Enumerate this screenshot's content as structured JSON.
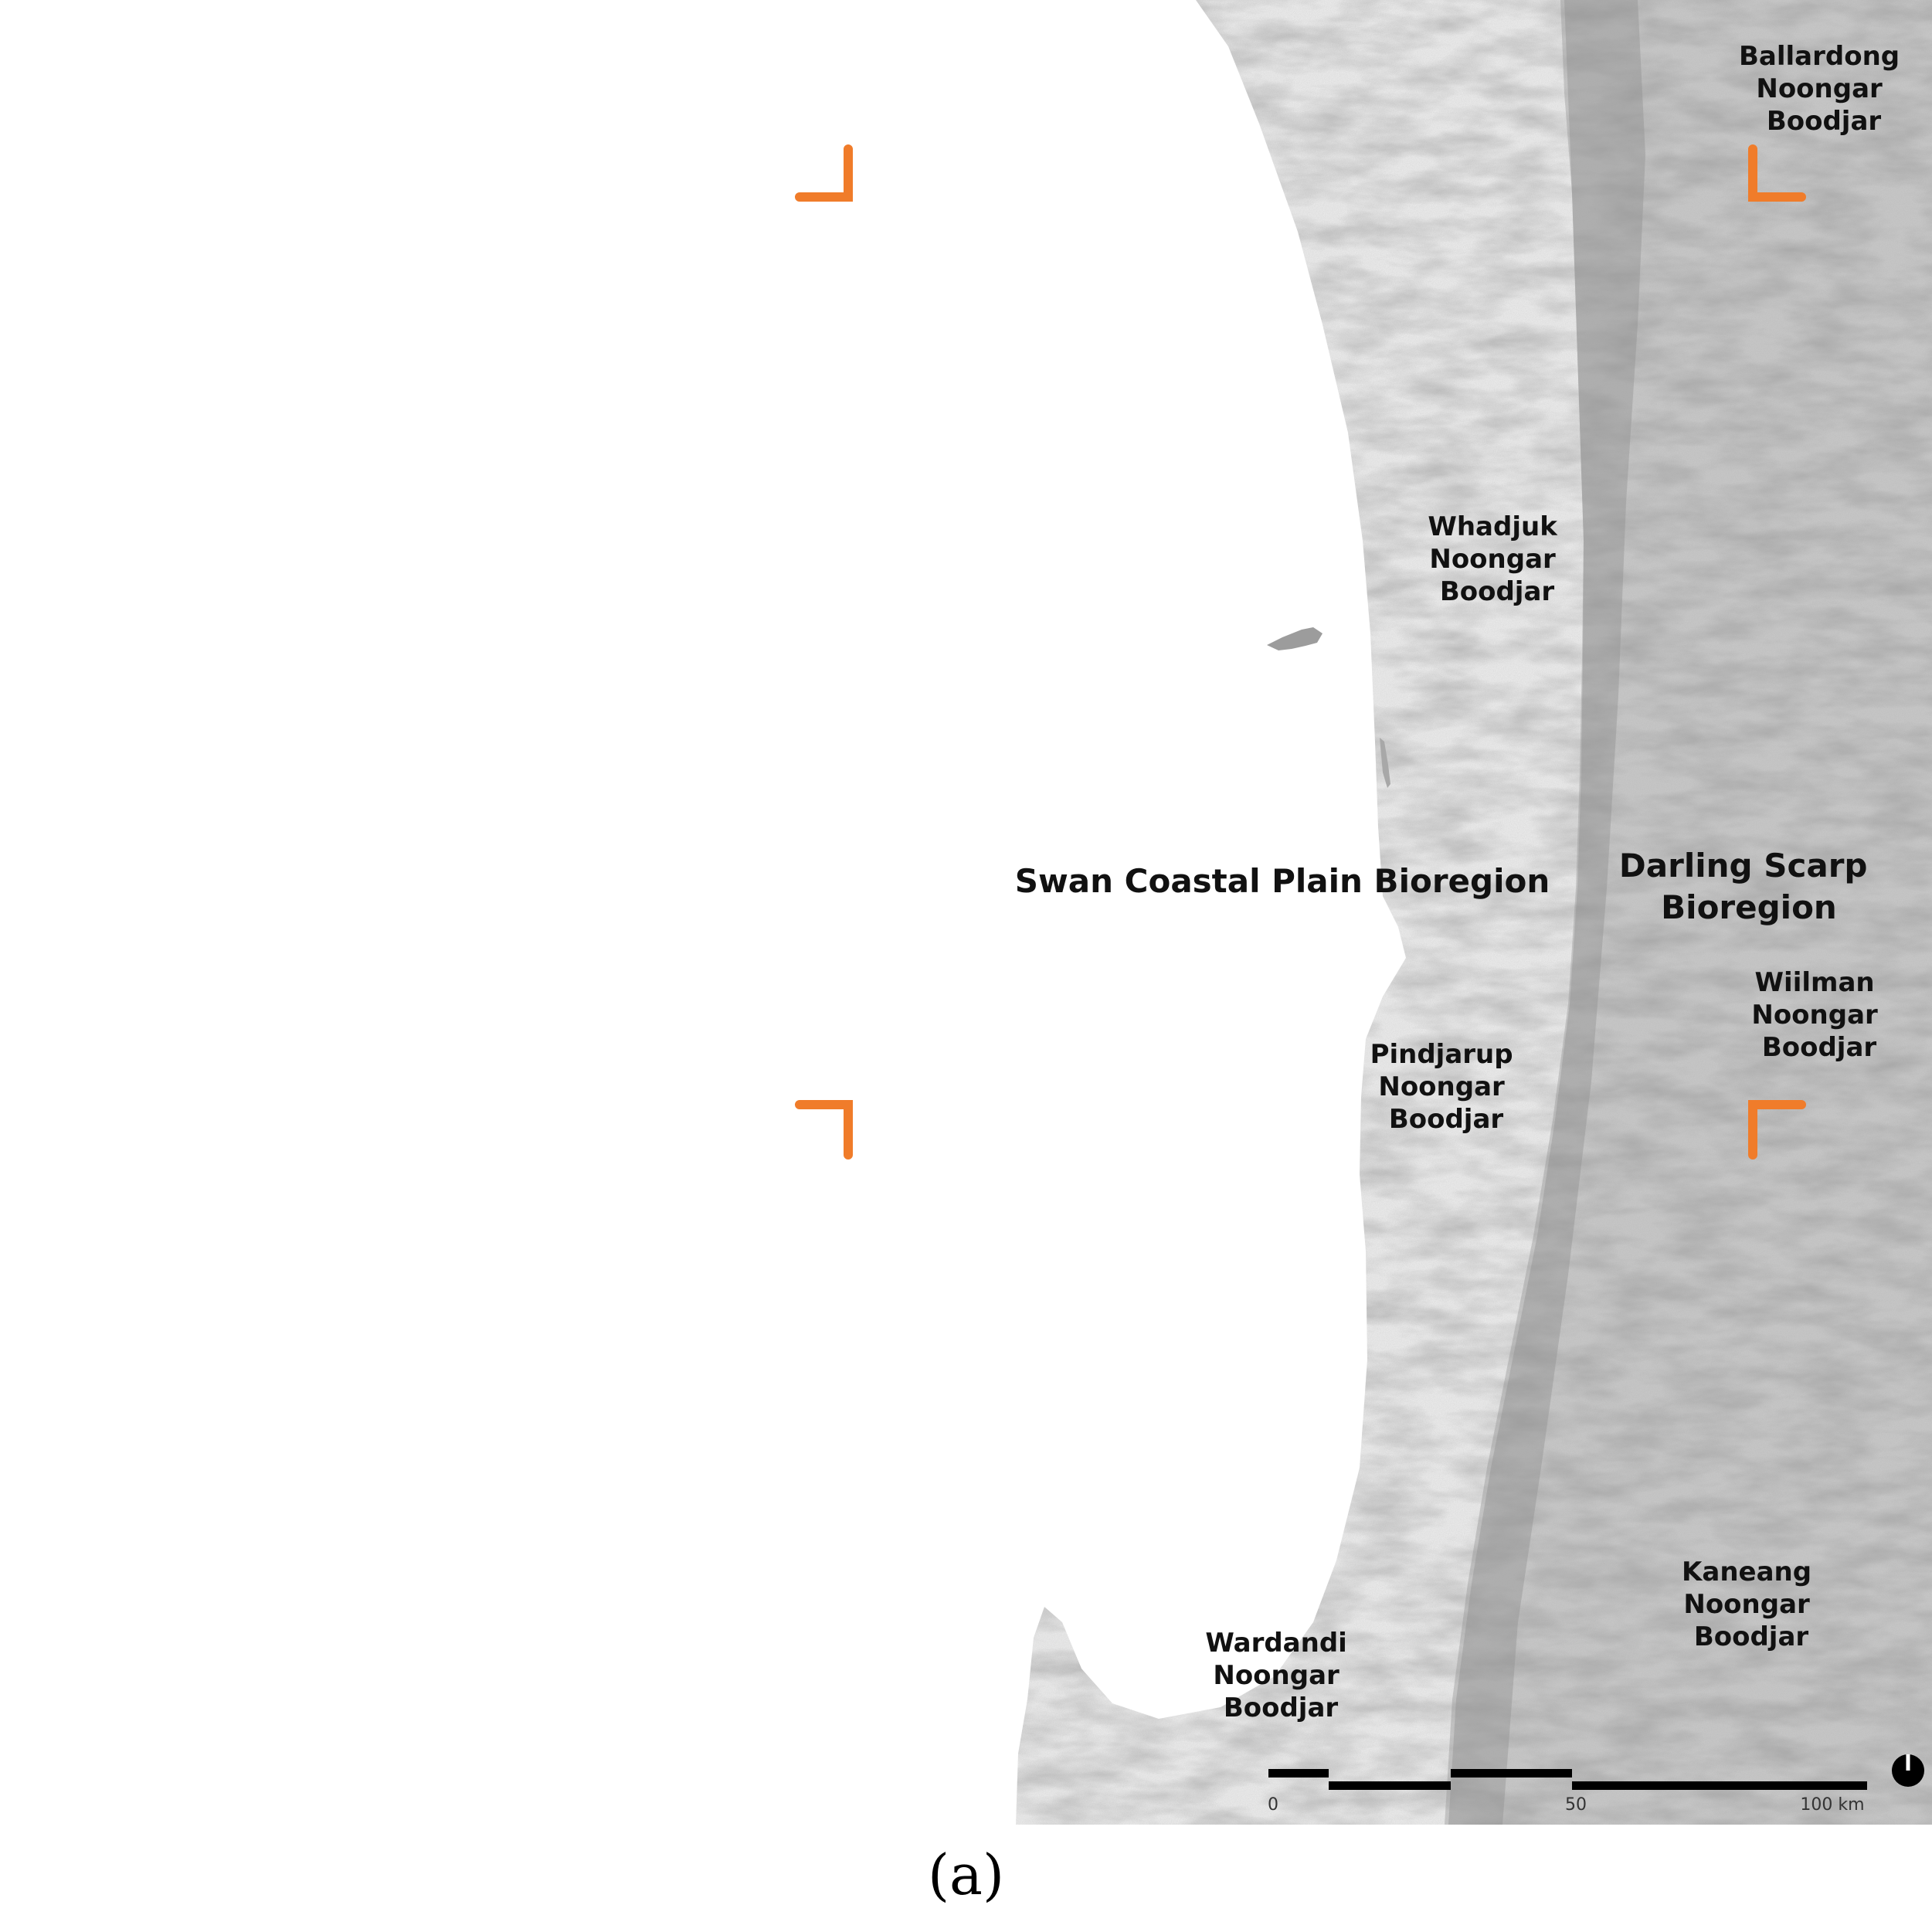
{
  "map": {
    "labels": {
      "ballardong": [
        "Ballardong",
        "Noongar",
        "Boodjar"
      ],
      "whadjuk": [
        "Whadjuk",
        "Noongar",
        "Boodjar"
      ],
      "swan": "Swan Coastal Plain Bioregion",
      "darling": [
        "Darling Scarp",
        "Bioregion"
      ],
      "wiilman": [
        "Wiilman",
        "Noongar",
        "Boodjar"
      ],
      "pindjarup": [
        "Pindjarup",
        "Noongar",
        "Boodjar"
      ],
      "kaneang": [
        "Kaneang",
        "Noongar",
        "Boodjar"
      ],
      "wardandi": [
        "Wardandi",
        "Noongar",
        "Boodjar"
      ]
    },
    "scale_bar": {
      "ticks": [
        "0",
        "50",
        "100 km"
      ]
    },
    "north_arrow": "north-arrow-icon",
    "colors": {
      "frame_marks": "#F07C2A",
      "terrain_light": "#ECECEC",
      "terrain_dark": "#6E6E6E"
    }
  },
  "caption": "(a)"
}
